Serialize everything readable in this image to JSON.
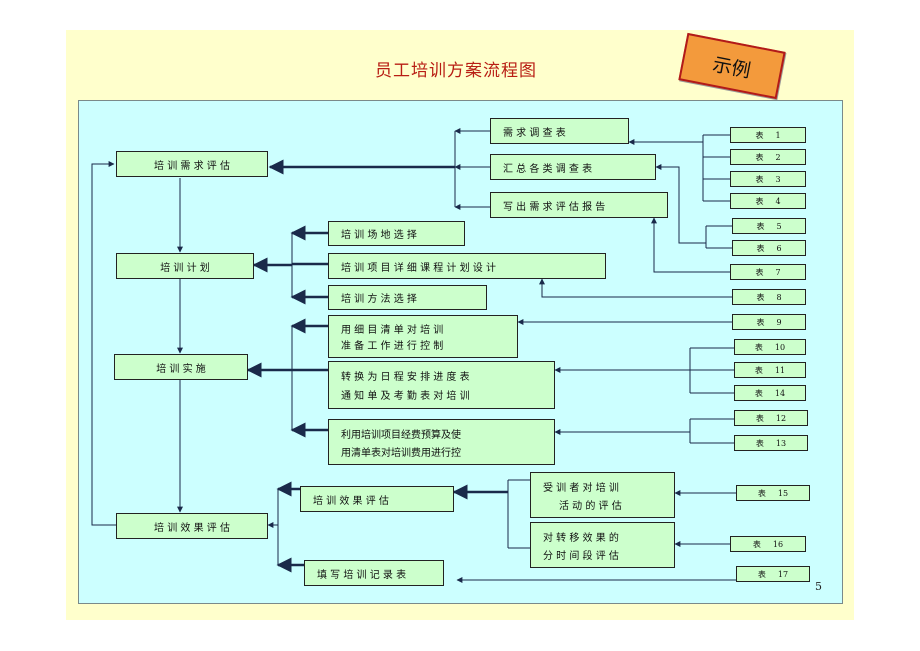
{
  "title": "员工培训方案流程图",
  "stamp": "示例",
  "page_number": "5",
  "main_steps": [
    "培 训 需 求 评 估",
    "培 训 计 划",
    "培 训 实 施",
    "培 训 效 果 评 估"
  ],
  "needs_boxes": [
    "需 求 调 查 表",
    "汇 总 各 类 调 查 表",
    "写 出 需 求 评 估 报 告"
  ],
  "plan_boxes": [
    "培 训 场 地 选 择",
    "培 训 项 目 详 细 课 程 计 划 设 计",
    "培 训 方 法 选 择"
  ],
  "impl_boxes": [
    [
      "用 细 目 清 单 对 培 训",
      "准 备 工 作 进 行 控 制"
    ],
    [
      "转 换 为 日 程 安 排 进 度 表",
      "通 知 单 及 考 勤 表 对 培 训"
    ],
    [
      "利用培训项目经费预算及使",
      "用清单表对培训费用进行控"
    ]
  ],
  "eval_boxes": [
    "培 训 效 果 评 估",
    "填 写 培 训 记 录 表"
  ],
  "eval_sub_boxes": [
    [
      "受 训 者 对 培 训",
      "活 动 的 评 估"
    ],
    [
      "对 转 移 效 果 的",
      "分 时 间 段 评 估"
    ]
  ],
  "table_label": "表",
  "tables": [
    "1",
    "2",
    "3",
    "4",
    "5",
    "6",
    "7",
    "8",
    "9",
    "10",
    "11",
    "14",
    "12",
    "13",
    "15",
    "16",
    "17"
  ]
}
